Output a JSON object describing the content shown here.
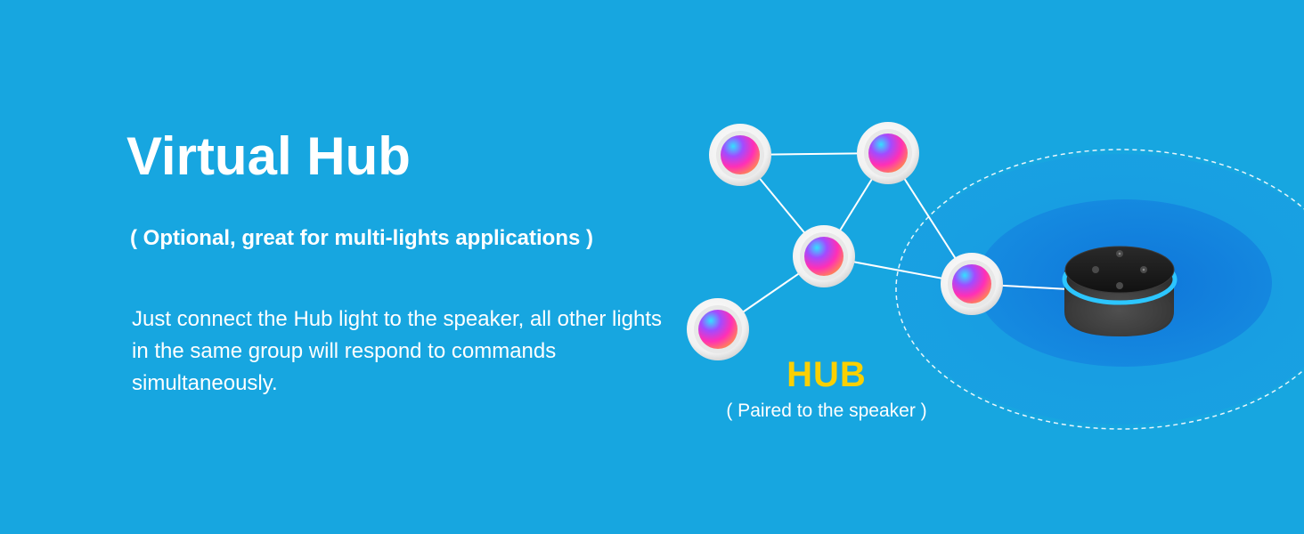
{
  "banner": {
    "title": "Virtual Hub",
    "subtitle": "( Optional, great for multi-lights applications )",
    "description": "Just connect the Hub light to the speaker, all other lights in the same group will respond to commands simultaneously."
  },
  "diagram": {
    "hub_label": "HUB",
    "hub_sublabel": "( Paired to the speaker )",
    "nodes": [
      "light-top-left",
      "light-top-right",
      "light-center",
      "light-bottom-left",
      "light-hub"
    ],
    "links": [
      [
        "light-top-left",
        "light-top-right"
      ],
      [
        "light-top-left",
        "light-center"
      ],
      [
        "light-top-right",
        "light-center"
      ],
      [
        "light-top-right",
        "light-hub"
      ],
      [
        "light-center",
        "light-bottom-left"
      ],
      [
        "light-center",
        "light-hub"
      ],
      [
        "light-hub",
        "smart-speaker"
      ]
    ]
  },
  "colors": {
    "background": "#17a6e0",
    "hub_label": "#fbd000",
    "speaker_ring": "#2cc6ff"
  }
}
